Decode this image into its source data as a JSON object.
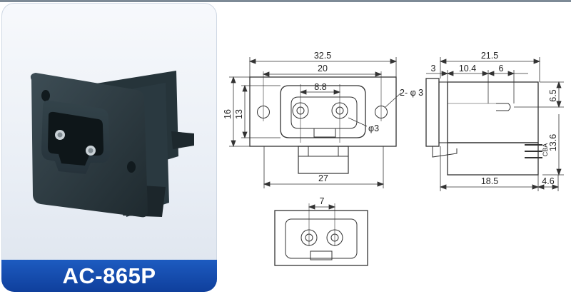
{
  "product": {
    "model": "AC-865P",
    "colors": {
      "banner": "#1d5bc0",
      "body": "#2c3a40",
      "line": "#333333"
    }
  },
  "front_view": {
    "overall_width": "32.5",
    "hole_spacing": "20",
    "pin_spacing": "8.8",
    "mount_holes": "2- φ 3",
    "pin_diameter": "φ3",
    "outer_height": "16",
    "inner_height": "13",
    "bottom_width": "27"
  },
  "side_view": {
    "depth": "21.5",
    "flange": "3",
    "dim_10_4": "10.4",
    "dim_6": "6",
    "dim_6_5": "6.5",
    "height": "13.6",
    "pin_labels": "CBA",
    "dim_18_5": "18.5",
    "dim_4_6": "4.6"
  },
  "bottom_view": {
    "pin_spacing": "7"
  }
}
